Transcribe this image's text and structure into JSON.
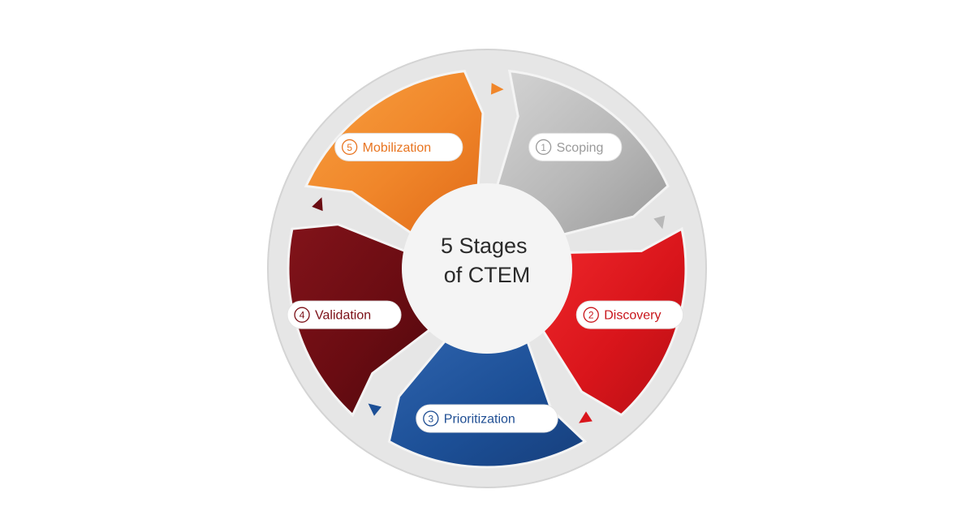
{
  "title_lines": [
    "5 Stages",
    "of CTEM"
  ],
  "stages": [
    {
      "number": "1",
      "label": "Scoping",
      "color": "#b8b8b8",
      "dark": "#9a9a9a",
      "light": "#d4d4d4",
      "text_color": "#9a9a9a"
    },
    {
      "number": "2",
      "label": "Discovery",
      "color": "#d9151b",
      "dark": "#b50f14",
      "light": "#f0282c",
      "text_color": "#c8141a"
    },
    {
      "number": "3",
      "label": "Prioritization",
      "color": "#1c4f96",
      "dark": "#173f7c",
      "light": "#2e63ad",
      "text_color": "#1f4e93"
    },
    {
      "number": "4",
      "label": "Validation",
      "color": "#6a0c12",
      "dark": "#4e080d",
      "light": "#82131a",
      "text_color": "#7b0f16"
    },
    {
      "number": "5",
      "label": "Mobilization",
      "color": "#f0862a",
      "dark": "#e06a18",
      "light": "#f8a040",
      "text_color": "#e8741f"
    }
  ],
  "colors": {
    "ring": "#e6e6e6",
    "ring_edge": "#d4d4d4",
    "center": "#f4f4f4"
  }
}
